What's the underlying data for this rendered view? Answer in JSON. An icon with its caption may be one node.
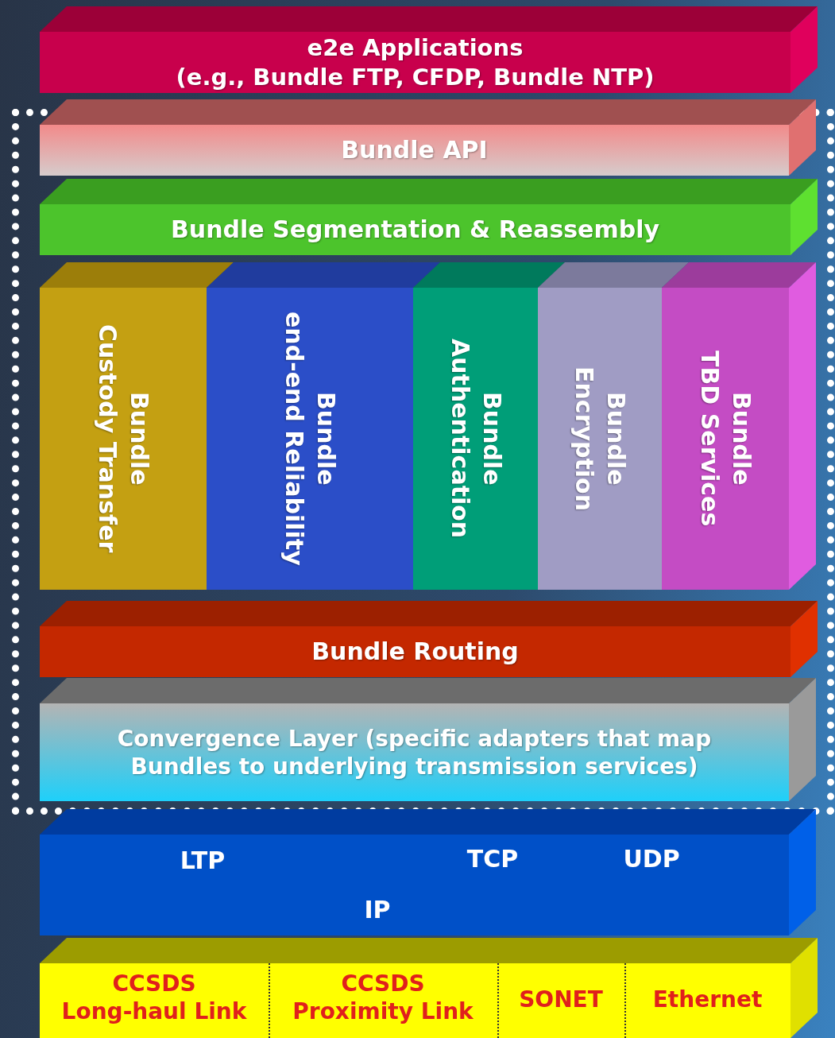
{
  "diagram": {
    "nodes": [
      {
        "text": [
          "e2e Applications",
          "(e.g., Bundle FTP, CFDP, Bundle NTP)"
        ]
      },
      {
        "text": [],
        "shape": "box"
      },
      {
        "text": [
          "Bundle API"
        ],
        "in": 1
      },
      {
        "text": [
          "Bundle Segmentation & Reassembly"
        ],
        "in": 1
      },
      {
        "text": [
          "Bundle",
          "Custody Transfer"
        ],
        "in": 1
      },
      {
        "text": [
          "Bundle",
          "end-end Reliability"
        ],
        "in": 1
      },
      {
        "text": [
          "Bundle",
          "Authentication"
        ],
        "in": 1
      },
      {
        "text": [
          "Bundle",
          "Encryption"
        ],
        "in": 1
      },
      {
        "text": [
          "Bundle",
          "TBD Services"
        ],
        "in": 1
      },
      {
        "text": [
          "Bundle Routing"
        ],
        "in": 1
      },
      {
        "text": [
          "Convergence Layer (specific adapters that map Bundles to underlying transmission services)"
        ],
        "in": 1
      },
      {
        "text": [
          "LTP",
          "TCP",
          "UDP",
          "IP"
        ]
      },
      {
        "text": [
          "CCSDS Long-haul Link",
          "CCSDS Proximity Link",
          "SONET",
          "Ethernet"
        ]
      }
    ]
  }
}
